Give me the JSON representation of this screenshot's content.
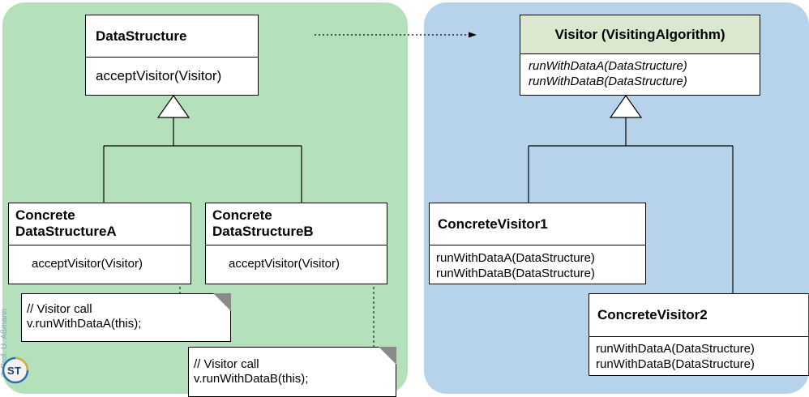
{
  "data_side": {
    "data_structure": {
      "title": "DataStructure",
      "method": "acceptVisitor(Visitor)"
    },
    "concrete_a": {
      "title_line1": "Concrete",
      "title_line2": "DataStructureA",
      "method": "acceptVisitor(Visitor)"
    },
    "concrete_b": {
      "title_line1": "Concrete",
      "title_line2": "DataStructureB",
      "method": "acceptVisitor(Visitor)"
    },
    "note_a": {
      "line1": "// Visitor call",
      "line2": "v.runWithDataA(this);"
    },
    "note_b": {
      "line1": "// Visitor call",
      "line2": "v.runWithDataB(this);"
    }
  },
  "visitor_side": {
    "visitor": {
      "title": "Visitor (VisitingAlgorithm)",
      "method1": "runWithDataA(DataStructure)",
      "method2": "runWithDataB(DataStructure)"
    },
    "concrete_visitor1": {
      "title": "ConcreteVisitor1",
      "method1": "runWithDataA(DataStructure)",
      "method2": "runWithDataB(DataStructure)"
    },
    "concrete_visitor2": {
      "title": "ConcreteVisitor2",
      "method1": "runWithDataA(DataStructure)",
      "method2": "runWithDataB(DataStructure)"
    }
  },
  "copyright": "© Prof. U. Aßmann",
  "colors": {
    "left_panel": "#b4e0bc",
    "right_panel": "#b7d3ec",
    "visitor_header": "#d9e8cf",
    "logo_blue": "#2a6fb0"
  }
}
